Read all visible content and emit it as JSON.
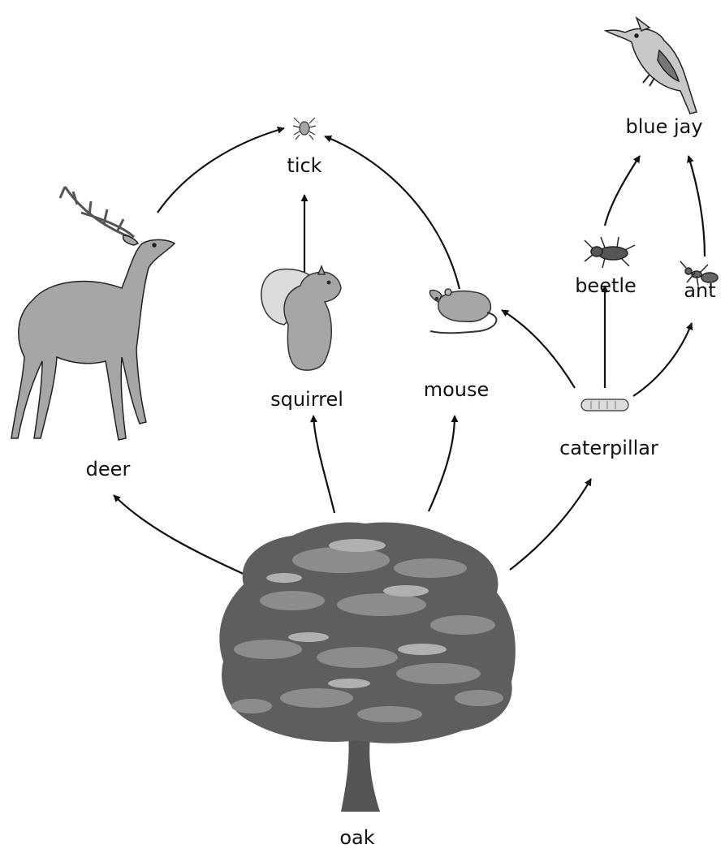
{
  "organisms": {
    "oak": "oak",
    "deer": "deer",
    "squirrel": "squirrel",
    "mouse": "mouse",
    "caterpillar": "caterpillar",
    "tick": "tick",
    "beetle": "beetle",
    "ant": "ant",
    "blue_jay": "blue jay"
  },
  "links": [
    {
      "from": "oak",
      "to": "deer"
    },
    {
      "from": "oak",
      "to": "squirrel"
    },
    {
      "from": "oak",
      "to": "mouse"
    },
    {
      "from": "oak",
      "to": "caterpillar"
    },
    {
      "from": "deer",
      "to": "tick"
    },
    {
      "from": "squirrel",
      "to": "tick"
    },
    {
      "from": "mouse",
      "to": "tick"
    },
    {
      "from": "caterpillar",
      "to": "mouse"
    },
    {
      "from": "caterpillar",
      "to": "beetle"
    },
    {
      "from": "caterpillar",
      "to": "ant"
    },
    {
      "from": "beetle",
      "to": "blue_jay"
    },
    {
      "from": "ant",
      "to": "blue_jay"
    }
  ],
  "colors": {
    "ink": "#111111",
    "animal_fill": "#a6a6a6",
    "tree_dark": "#5e5e5e",
    "tree_light": "#8c8c8c"
  },
  "icons": {
    "oak": "oak-tree-icon",
    "deer": "deer-icon",
    "squirrel": "squirrel-icon",
    "mouse": "mouse-icon",
    "caterpillar": "caterpillar-icon",
    "tick": "tick-icon",
    "beetle": "beetle-icon",
    "ant": "ant-icon",
    "blue_jay": "blue-jay-icon"
  }
}
